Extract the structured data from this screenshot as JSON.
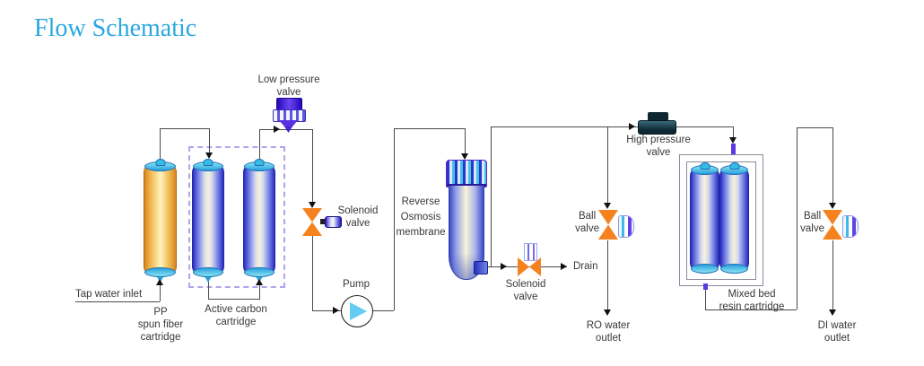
{
  "title": "Flow Schematic",
  "labels": {
    "tap_water_inlet": "Tap water inlet",
    "pp_cartridge": {
      "l1": "PP",
      "l2": "spun fiber",
      "l3": "cartridge"
    },
    "active_carbon": {
      "l1": "Active carbon",
      "l2": "cartridge"
    },
    "low_pressure_valve": {
      "l1": "Low pressure",
      "l2": "valve"
    },
    "solenoid_valve_1": {
      "l1": "Solenoid",
      "l2": "valve"
    },
    "pump": "Pump",
    "ro_membrane": {
      "l1": "Reverse",
      "l2": "Osmosis",
      "l3": "membrane"
    },
    "solenoid_valve_2": {
      "l1": "Solenoid",
      "l2": "valve"
    },
    "drain": "Drain",
    "high_pressure_valve": {
      "l1": "High pressure",
      "l2": "valve"
    },
    "ball_valve_1": {
      "l1": "Ball",
      "l2": "valve"
    },
    "ro_water_outlet": {
      "l1": "RO water",
      "l2": "outlet"
    },
    "mixed_bed": {
      "l1": "Mixed bed",
      "l2": "resin cartridge"
    },
    "ball_valve_2": {
      "l1": "Ball",
      "l2": "valve"
    },
    "di_water_outlet": {
      "l1": "DI water",
      "l2": "outlet"
    }
  },
  "colors": {
    "title": "#2aa7df",
    "pipe": "#4a4a4a",
    "valve_orange": "#f5821f",
    "lp_valve_purple": "#4a18d8",
    "hp_valve_dark": "#12303c",
    "pump_impeller": "#62c8f2",
    "carbon_box_dashed": "#b0a4ec",
    "cap_cyan": "#3ec6ea"
  }
}
